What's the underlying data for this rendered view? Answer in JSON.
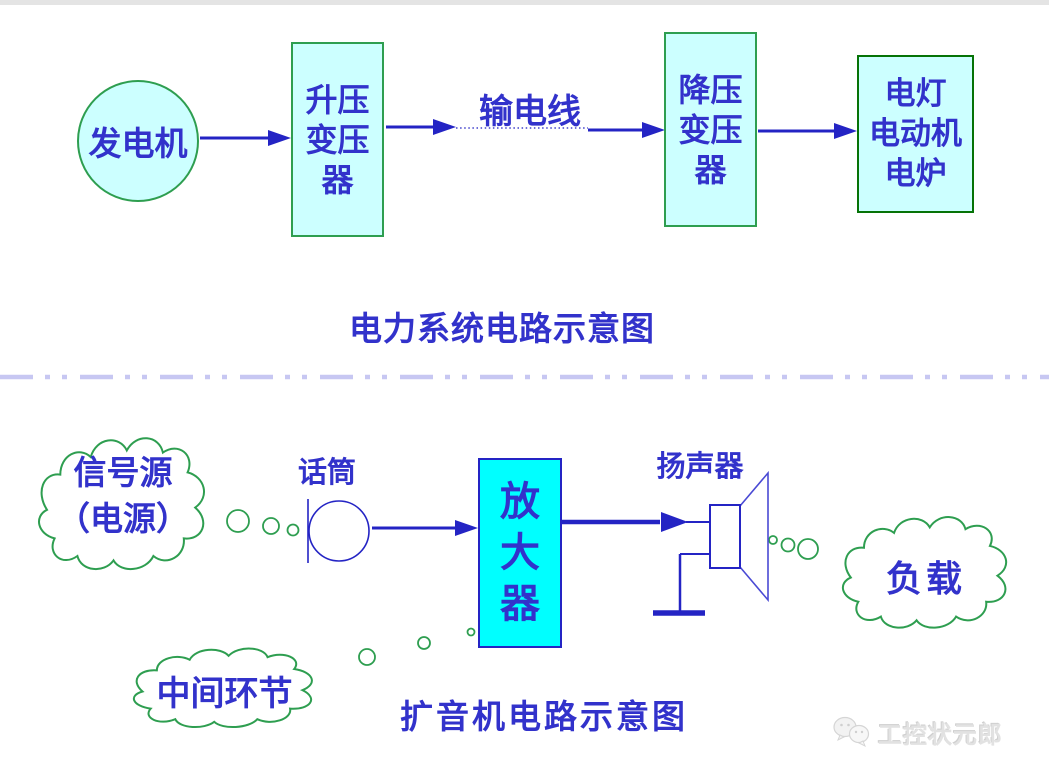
{
  "colors": {
    "pale_cyan_fill": "#CCFFFF",
    "bright_cyan_fill": "#00FFFF",
    "green_outline": "#2E9E50",
    "dark_green_outline": "#067306",
    "blue_text": "#3232CB",
    "blue_line": "#2424C4",
    "divider_lavender": "#C7C7F2",
    "top_strip_gray": "#E4E4E4"
  },
  "power_diagram": {
    "title": "电力系统电路示意图",
    "generator_label": "发电机",
    "step_up_transformer_lines": [
      "升压",
      "变压",
      "器"
    ],
    "transmission_line_label": "输电线",
    "step_down_transformer_lines": [
      "降压",
      "变压",
      "器"
    ],
    "load_lines": [
      "电灯",
      "电动机",
      "电炉"
    ]
  },
  "amplifier_diagram": {
    "title": "扩音机电路示意图",
    "signal_source_lines": [
      "信号源",
      "（电源）"
    ],
    "microphone_label": "话筒",
    "amplifier_chars": [
      "放",
      "大",
      "器"
    ],
    "speaker_label": "扬声器",
    "load_label": "负载",
    "intermediate_label": "中间环节"
  },
  "watermark": {
    "text": "工控状元郎",
    "icon": "wechat-icon"
  }
}
